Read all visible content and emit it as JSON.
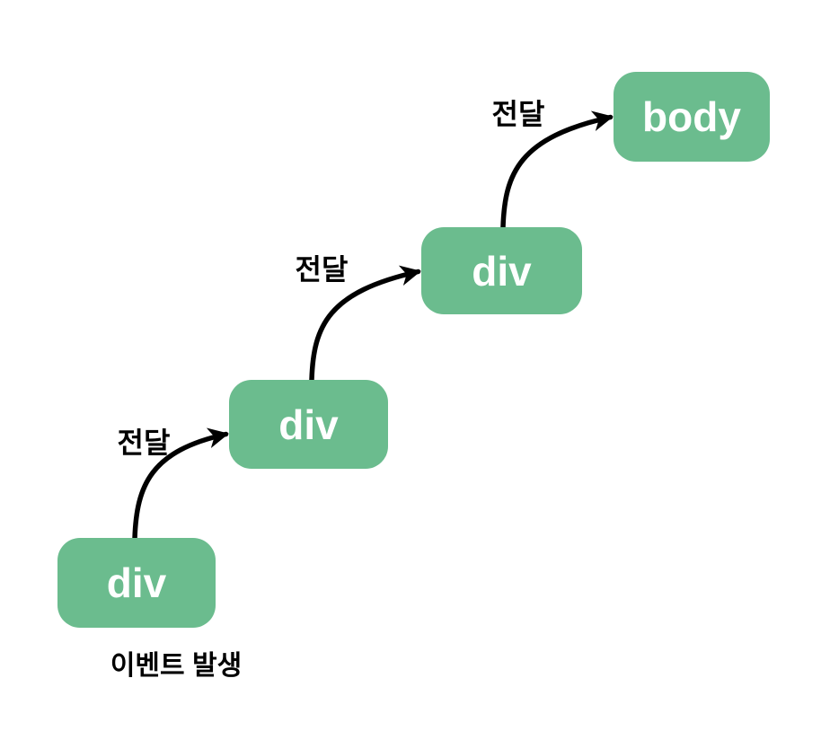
{
  "diagram": {
    "description": "event-bubbling-diagram",
    "colors": {
      "background": "#ffffff",
      "node_fill": "#6bbc8e",
      "node_text": "#ffffff",
      "arrow": "#000000",
      "label_text": "#000000"
    },
    "nodes": [
      {
        "id": "div-1",
        "label": "div"
      },
      {
        "id": "div-2",
        "label": "div"
      },
      {
        "id": "div-3",
        "label": "div"
      },
      {
        "id": "body",
        "label": "body"
      }
    ],
    "edges": [
      {
        "from": "div-1",
        "to": "div-2",
        "label": "전달"
      },
      {
        "from": "div-2",
        "to": "div-3",
        "label": "전달"
      },
      {
        "from": "div-3",
        "to": "body",
        "label": "전달"
      }
    ],
    "source_note": "이벤트 발생"
  }
}
